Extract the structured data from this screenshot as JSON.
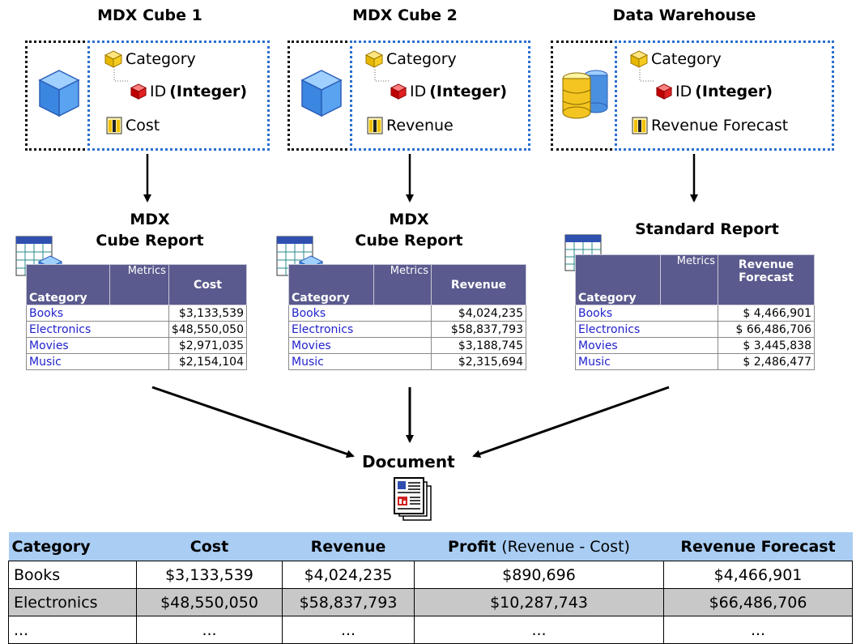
{
  "sources": [
    {
      "title": "MDX Cube 1",
      "icon": "cube-icon",
      "attr1": "Category",
      "attr2_name": "ID",
      "attr2_type": "(Integer)",
      "metric": "Cost"
    },
    {
      "title": "MDX Cube 2",
      "icon": "cube-icon",
      "attr1": "Category",
      "attr2_name": "ID",
      "attr2_type": "(Integer)",
      "metric": "Revenue"
    },
    {
      "title": "Data Warehouse",
      "icon": "database-icon",
      "attr1": "Category",
      "attr2_name": "ID",
      "attr2_type": "(Integer)",
      "metric": "Revenue Forecast"
    }
  ],
  "reports": [
    {
      "title_line1": "MDX",
      "title_line2": "Cube Report",
      "metrics_label": "Metrics",
      "category_label": "Category",
      "metric_header": "Cost",
      "rows": [
        {
          "cat": "Books",
          "val": "$3,133,539"
        },
        {
          "cat": "Electronics",
          "val": "$48,550,050"
        },
        {
          "cat": "Movies",
          "val": "$2,971,035"
        },
        {
          "cat": "Music",
          "val": "$2,154,104"
        }
      ]
    },
    {
      "title_line1": "MDX",
      "title_line2": "Cube Report",
      "metrics_label": "Metrics",
      "category_label": "Category",
      "metric_header": "Revenue",
      "rows": [
        {
          "cat": "Books",
          "val": "$4,024,235"
        },
        {
          "cat": "Electronics",
          "val": "$58,837,793"
        },
        {
          "cat": "Movies",
          "val": "$3,188,745"
        },
        {
          "cat": "Music",
          "val": "$2,315,694"
        }
      ]
    },
    {
      "title_line1": "",
      "title_line2": "Standard Report",
      "metrics_label": "Metrics",
      "category_label": "Category",
      "metric_header_line1": "Revenue",
      "metric_header_line2": "Forecast",
      "rows": [
        {
          "cat": "Books",
          "val": "$ 4,466,901"
        },
        {
          "cat": "Electronics",
          "val": "$ 66,486,706"
        },
        {
          "cat": "Movies",
          "val": "$ 3,445,838"
        },
        {
          "cat": "Music",
          "val": "$ 2,486,477"
        }
      ]
    }
  ],
  "document": {
    "label": "Document",
    "icon": "document-icon"
  },
  "final_table": {
    "headers": {
      "category": "Category",
      "cost": "Cost",
      "revenue": "Revenue",
      "profit": "Profit",
      "profit_note": "(Revenue - Cost)",
      "forecast": "Revenue Forecast"
    },
    "rows": [
      {
        "category": "Books",
        "cost": "$3,133,539",
        "revenue": "$4,024,235",
        "profit": "$890,696",
        "forecast": "$4,466,901"
      },
      {
        "category": "Electronics",
        "cost": "$48,550,050",
        "revenue": "$58,837,793",
        "profit": "$10,287,743",
        "forecast": "$66,486,706"
      },
      {
        "category": "...",
        "cost": "...",
        "revenue": "...",
        "profit": "...",
        "forecast": "..."
      }
    ]
  },
  "colors": {
    "attr_border": "#2a6fd0",
    "icon_border": "#111111",
    "report_header": "#5a5a8e",
    "link": "#2222cc",
    "final_header": "#a9cdf3",
    "shade": "#c8c8c8"
  }
}
